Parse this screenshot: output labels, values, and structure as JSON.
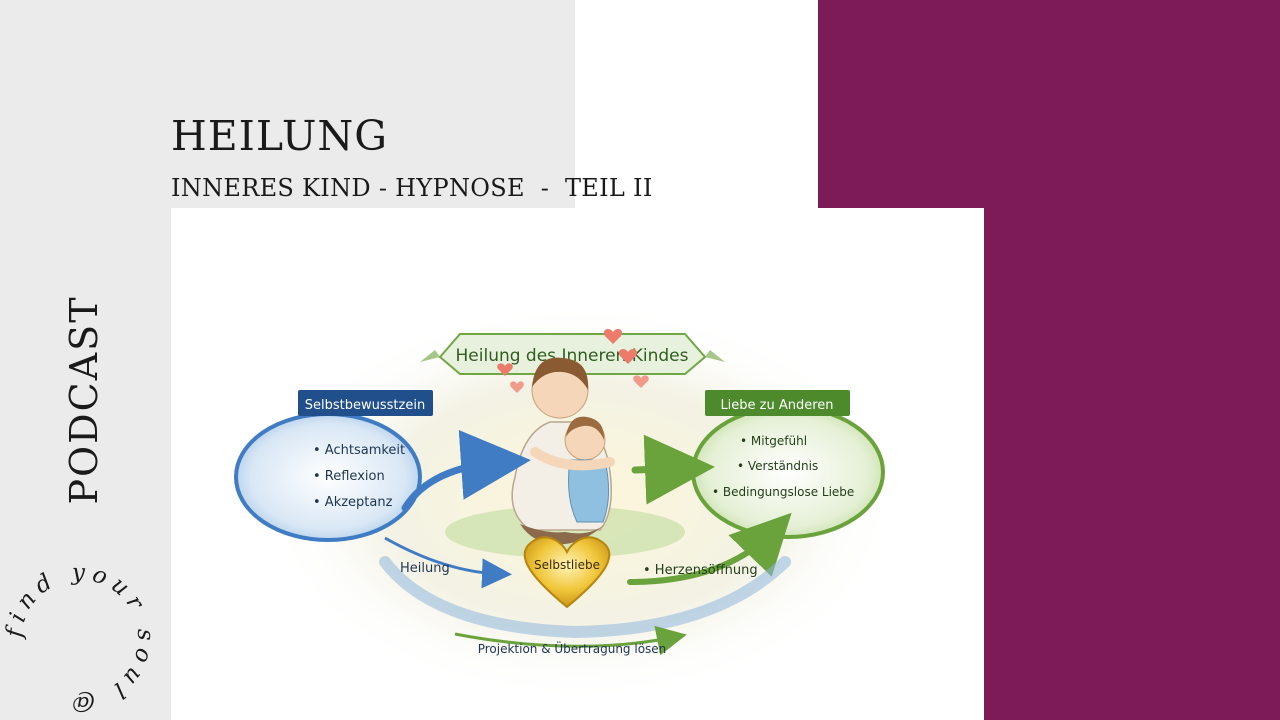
{
  "colors": {
    "accent_purple": "#7d1a58",
    "gray_panel": "#ebebeb",
    "blue": "#3f7cc4",
    "green": "#6aa23c",
    "heart_gold": "#e8b726"
  },
  "header": {
    "title": "HEILUNG",
    "subtitle": "INNERES KIND - HYPNOSE  -  TEIL II"
  },
  "side": {
    "podcast_label": "PODCAST",
    "circle_text": "find your soul @"
  },
  "diagram": {
    "banner": "Heilung des Inneren Kindes",
    "left_box": {
      "title": "Selbstbewusstzein",
      "items": [
        "• Achtsamkeit",
        "• Reflexion",
        "• Akzeptanz"
      ]
    },
    "right_box": {
      "title": "Liebe zu Anderen",
      "items": [
        "• Mitgefühl",
        "• Verständnis",
        "• Bedingungslose Liebe"
      ]
    },
    "heart_label": "Selbstliebe",
    "left_flow_label": "Heilung",
    "right_flow_label": "• Herzensöffnung",
    "bottom_label": "Projektion & Übertragung lösen"
  }
}
